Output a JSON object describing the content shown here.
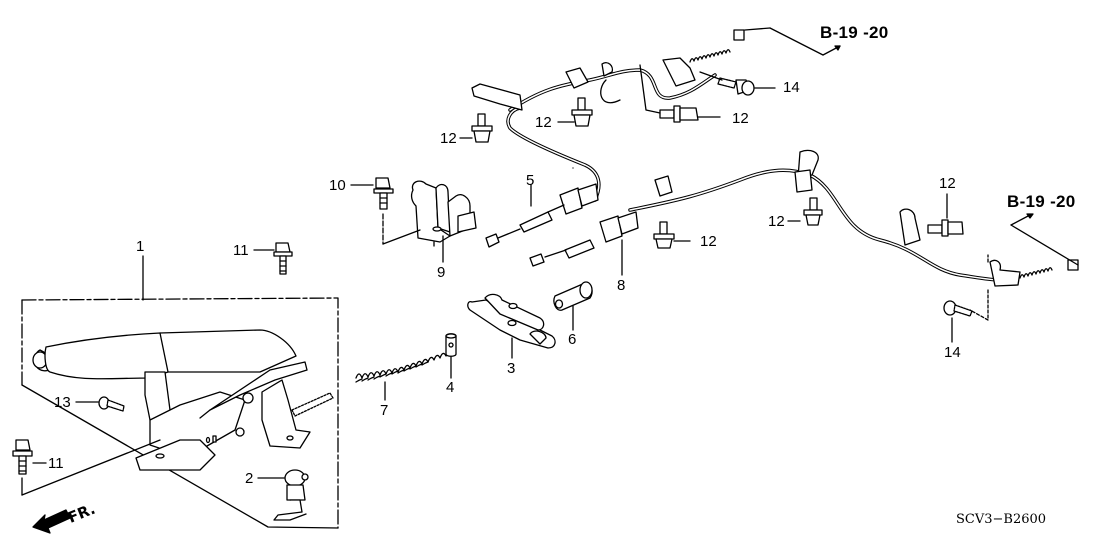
{
  "diagram": {
    "title": "Parking Brake",
    "callouts": {
      "c1": "1",
      "c2": "2",
      "c3": "3",
      "c4": "4",
      "c5": "5",
      "c6": "6",
      "c7": "7",
      "c8": "8",
      "c9": "9",
      "c10": "10",
      "c11a": "11",
      "c11b": "11",
      "c12a": "12",
      "c12b": "12",
      "c12c": "12",
      "c12d": "12",
      "c12e": "12",
      "c12f": "12",
      "c13": "13",
      "c14a": "14",
      "c14b": "14"
    },
    "references": {
      "top_right": "B-19 -20",
      "right": "B-19 -20"
    },
    "direction_marker": "FR.",
    "diagram_code": "SCV3−B2600"
  },
  "colors": {
    "ink": "#000000",
    "background": "#ffffff"
  }
}
